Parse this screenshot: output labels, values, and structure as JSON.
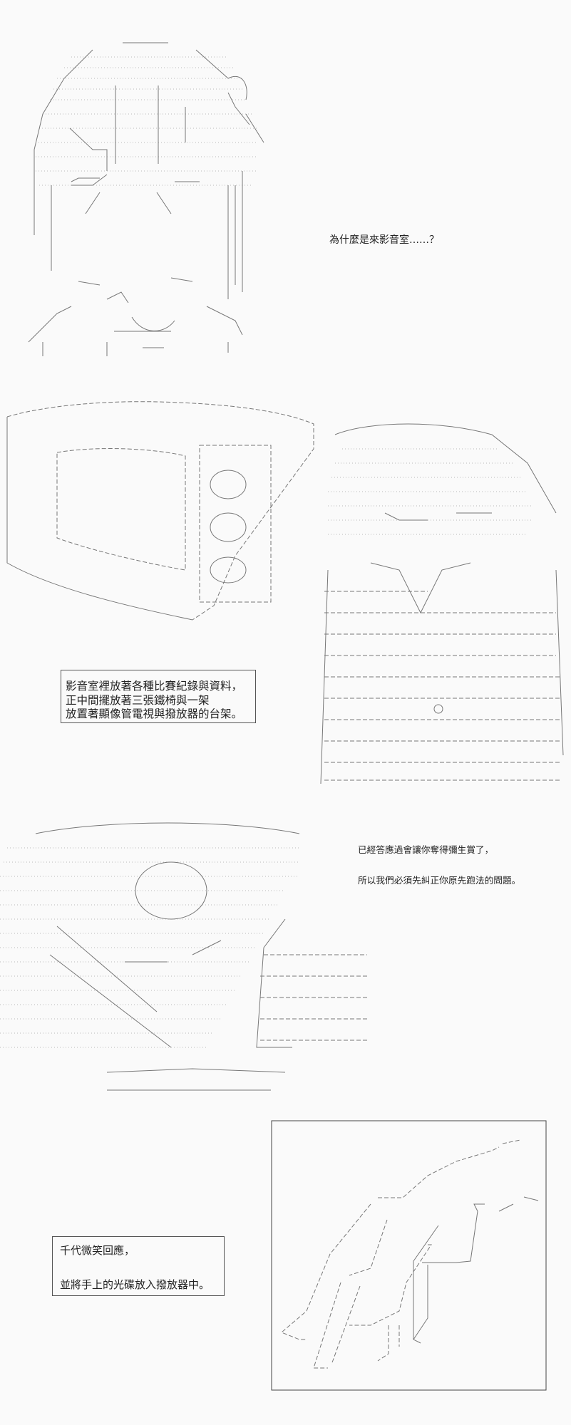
{
  "panels": [
    {
      "dialogue": [
        "為什麼是來影音室……？"
      ]
    },
    {
      "narration": [
        "影音室裡放著各種比賽紀錄與資料，",
        "正中間擺放著三張鐵椅與一架",
        "放置著顯像管電視與撥放器的台架。"
      ]
    },
    {
      "dialogue": [
        "已經答應過會讓你奪得彌生賞了，",
        "所以我們必須先糾正你原先跑法的問題。"
      ]
    },
    {
      "narration": [
        "千代微笑回應，",
        "並將手上的光碟放入撥放器中。"
      ]
    }
  ],
  "art": {
    "panel_1": "girl-face-ascii-art",
    "panel_2": "crt-tv-and-uniform-girl-ascii-art",
    "panel_3": "face-closeup-ascii-art",
    "panel_4": "hand-holding-disc-ascii-art"
  },
  "colors": {
    "background": "#fafafa",
    "ink": "#222222",
    "art_line": "#777777"
  }
}
